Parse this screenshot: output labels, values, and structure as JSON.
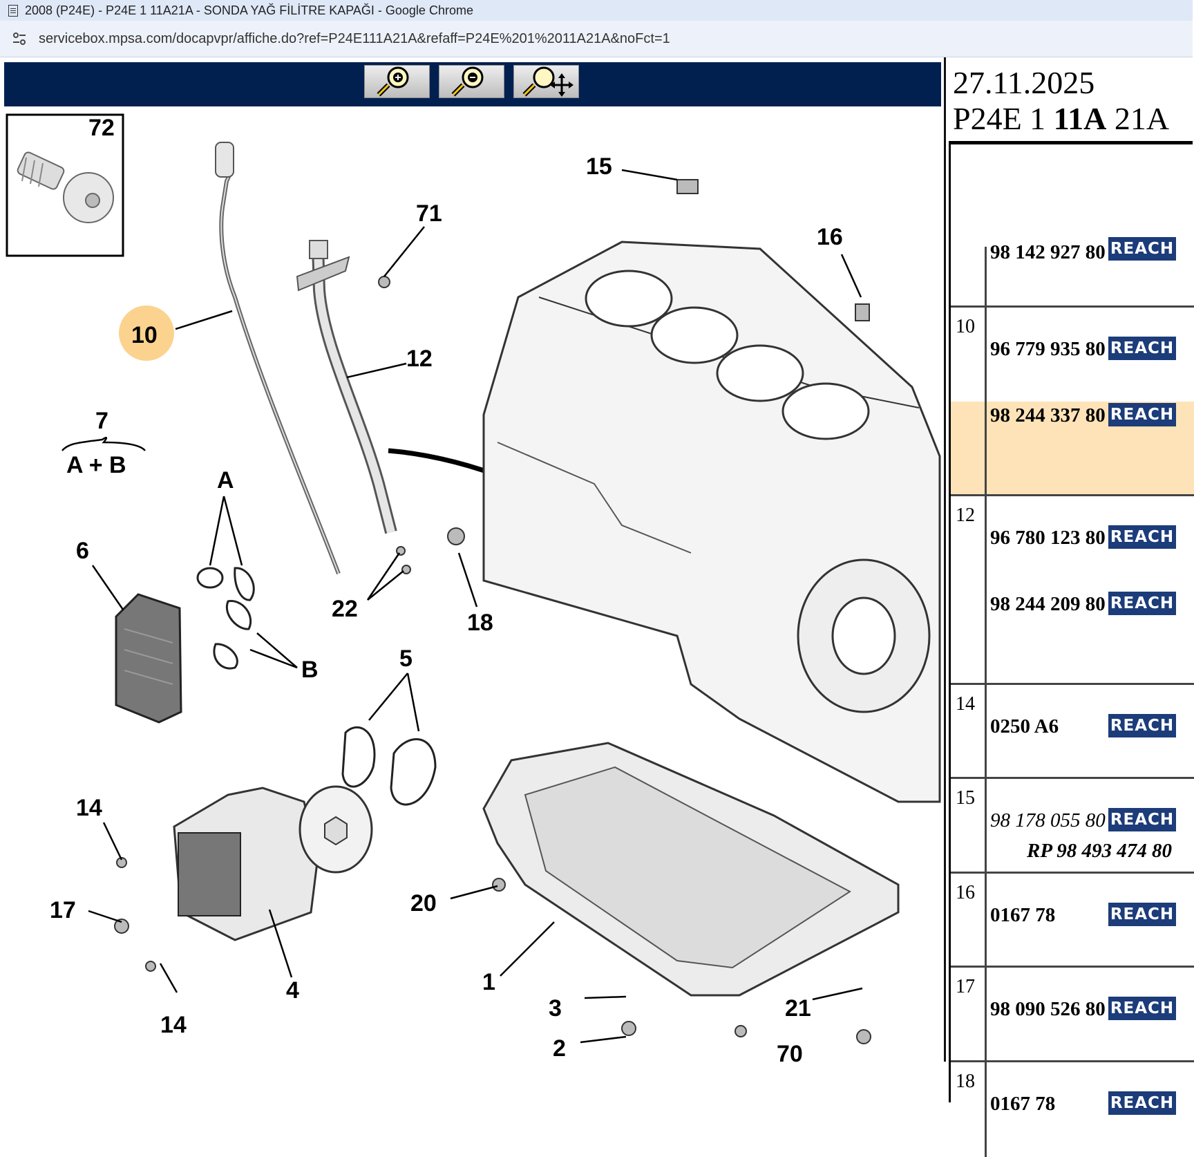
{
  "window": {
    "title": "2008 (P24E) - P24E 1 11A21A - SONDA YAĞ FİLİTRE KAPAĞI - Google Chrome"
  },
  "address_bar": {
    "url": "servicebox.mpsa.com/docapvpr/affiche.do?ref=P24E111A21A&refaff=P24E%201%2011A21A&noFct=1"
  },
  "toolbar": {
    "buttons": [
      {
        "name": "zoom-in",
        "icon": "zoom-in-icon"
      },
      {
        "name": "zoom-out",
        "icon": "zoom-out-icon"
      },
      {
        "name": "zoom-pan",
        "icon": "zoom-move-icon"
      }
    ]
  },
  "diagram": {
    "inset_label": "72",
    "highlighted_label": "10",
    "callouts": [
      "15",
      "71",
      "16",
      "12",
      "7",
      "A + B",
      "A",
      "6",
      "22",
      "18",
      "5",
      "B",
      "14",
      "17",
      "20",
      "4",
      "1",
      "3",
      "21",
      "2",
      "14",
      "70"
    ],
    "highlight_color": "#fbd38f"
  },
  "parts_header": {
    "date": "27.11.2025",
    "ref_prefix": "P24E 1 ",
    "ref_bold": "11A",
    "ref_suffix": " 21A"
  },
  "parts": {
    "partial_top": {
      "part": "98 142 927 80",
      "badge": "REACH"
    },
    "rows": [
      {
        "num": "10",
        "lines": [
          {
            "part": "96 779 935 80",
            "badge": "REACH"
          },
          {
            "part": "98 244 337 80",
            "badge": "REACH",
            "highlighted": true
          }
        ]
      },
      {
        "num": "12",
        "lines": [
          {
            "part": "96 780 123 80",
            "badge": "REACH"
          },
          {
            "part": "98 244 209 80",
            "badge": "REACH"
          }
        ]
      },
      {
        "num": "14",
        "lines": [
          {
            "part": "0250 A6",
            "badge": "REACH"
          }
        ]
      },
      {
        "num": "15",
        "lines": [
          {
            "part": "98 178 055 80",
            "badge": "REACH",
            "italic": true
          },
          {
            "replacement": "RP 98 493 474 80"
          }
        ]
      },
      {
        "num": "16",
        "lines": [
          {
            "part": "0167 78",
            "badge": "REACH"
          }
        ]
      },
      {
        "num": "17",
        "lines": [
          {
            "part": "98 090 526 80",
            "badge": "REACH"
          }
        ]
      },
      {
        "num": "18",
        "lines": [
          {
            "part": "0167 78",
            "badge": "REACH"
          }
        ]
      }
    ],
    "highlight_color": "#fde3b7",
    "badge_color": "#1c3c7a"
  }
}
